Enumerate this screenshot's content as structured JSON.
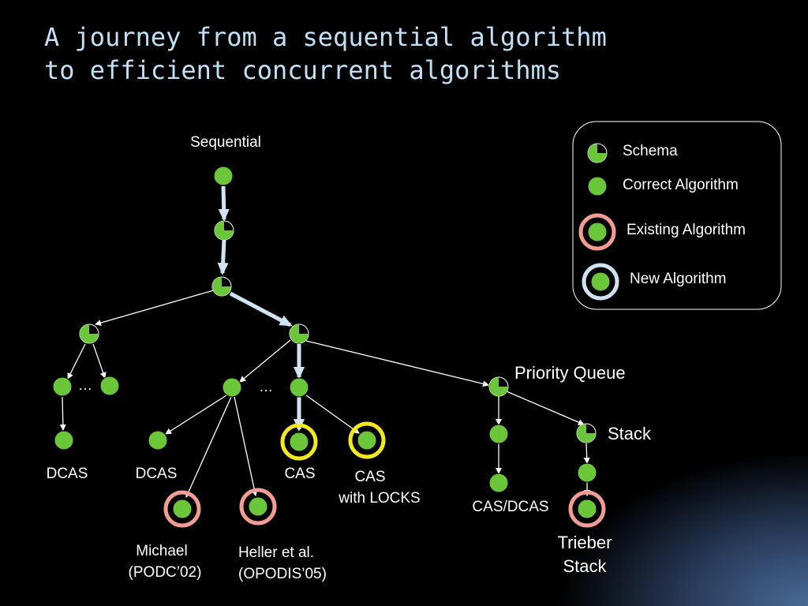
{
  "title": {
    "line1": "A journey from a sequential algorithm",
    "line2": "to efficient concurrent algorithms"
  },
  "colors": {
    "node": "#6cc63a",
    "existing_ring": "#f29c93",
    "new_ring": "#cfe3f3",
    "highlight_ring": "#f2e820",
    "main_path_arrow": "#cfe3f3",
    "edge": "#ffffff"
  },
  "labels": {
    "sequential": "Sequential",
    "ellipsis_left": "…",
    "ellipsis_mid": "…",
    "dcas_left": "DCAS",
    "dcas_mid": "DCAS",
    "cas": "CAS",
    "cas_locks_1": "CAS",
    "cas_locks_2": "with LOCKS",
    "michael_1": "Michael",
    "michael_2": "(PODC’02)",
    "heller_1": "Heller et al.",
    "heller_2": "(OPODIS’05)",
    "priority_queue": "Priority Queue",
    "stack": "Stack",
    "cas_dcas": "CAS/DCAS",
    "trieber_1": "Trieber",
    "trieber_2": "Stack"
  },
  "legend": {
    "schema": "Schema",
    "correct": "Correct Algorithm",
    "existing": "Existing Algorithm",
    "new": "New Algorithm"
  }
}
